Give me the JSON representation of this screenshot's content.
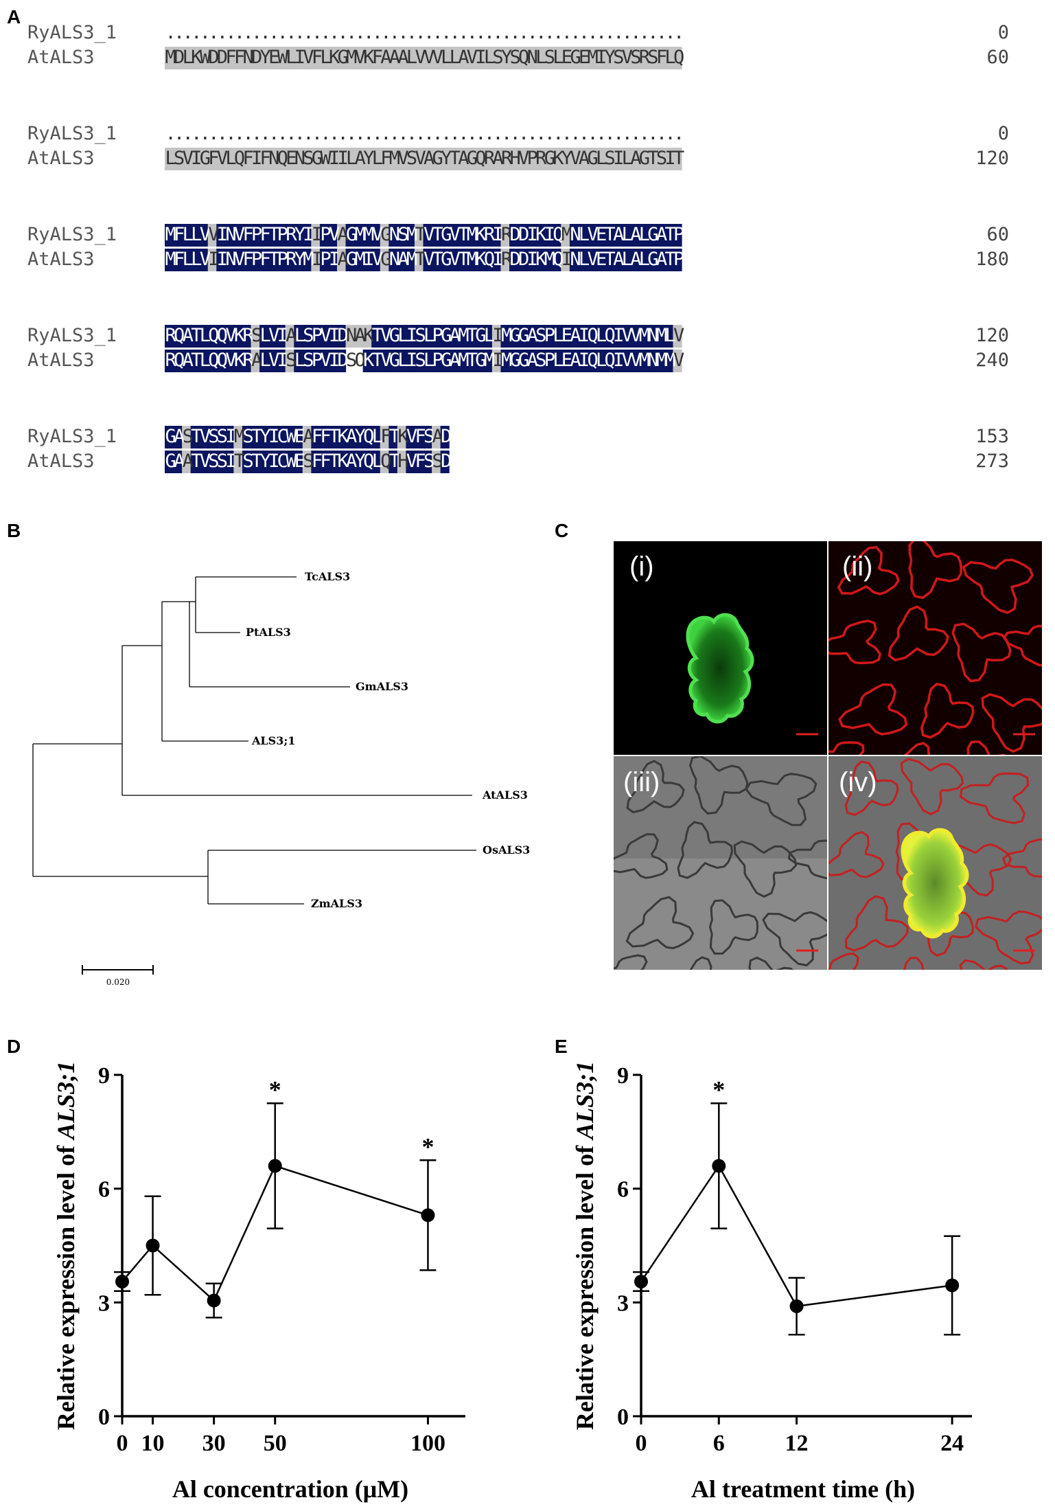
{
  "panels": {
    "a": "A",
    "b": "B",
    "c": "C",
    "d": "D",
    "e": "E"
  },
  "alignment": {
    "seq1_name": "RyALS3_1",
    "seq2_name": "AtALS3",
    "colors": {
      "identical": "#0b1560",
      "similar": "#c4c4c4",
      "text_dark": "#ffffff",
      "text_plain": "#333333"
    },
    "blocks": [
      {
        "s1": "............................................................",
        "n1": "0",
        "s2": "MDLKWDDFFNDYEWLIVFLKGMVKFAAALVVVLLAVILSYSQNLSLEGEMIYSVSRSFLQ",
        "n2": "60",
        "c1": "                                                            ",
        "c2": "ssssssssssssssssssssssssssssssssssssssssssssssssssssssssssss"
      },
      {
        "s1": "............................................................",
        "n1": "0",
        "s2": "LSVIGFVLQFIFNQENSGWIILAYLFMVSVAGYTAGQRARHVPRGKYVAGLSILAGTSIT",
        "n2": "120",
        "c1": "                                                            ",
        "c2": "ssssssssssssssssssssssssssssssssssssssssssssssssssssssssssss"
      },
      {
        "s1": "MFLLVVINVFPFTPRYIIPVAGMMVGNSMTVTGVTMKRIRDDIKIQMNLVETALALGATP",
        "n1": "60",
        "s2": "MFLLVIINVFPFTPRYMIPIAGMIVGNAMTVTGVTMKQIRDDIKMQINLVETALALGATP",
        "n2": "180",
        "c1": "iiiiisiiiiiiiiiiisiisiiiisiiisiiiiiiiiisiiiiiisiiiiiiiiiiiii",
        "c2": "iiiiisiiiiiiiiiiisiisiiiisiiisiiiiiiiiisiiiiiisiiiiiiiiiiiii"
      },
      {
        "s1": "RQATLQQVKRSLVIALSPVIDNAKTVGLISLPGAMTGLIMGGASPLEAIQLQIVVMNMLV",
        "n1": "120",
        "s2": "RQATLQQVKRALVISLSPVIDSOKTVGLISLPGAMTGMIMGGASPLEAIQLQIVVMNMMV",
        "n2": "240",
        "c1": "iiiiiiiiiisiiisiiiiiisssiiiiiiiiiiiiiisiiiiiiiiiiiiiiiiiiiisi",
        "c2": "iiiiiiiiiisiiisiiiiii  iiiiiiiiiiiiiiisiiiiiiiiiiiiiiiiiiiisi"
      },
      {
        "s1": "GASTVSSIMSTYICWEAFFTKAYQLFTKVFSAD",
        "n1": "153",
        "s2": "GAATVSSITSTYICWESFFTKAYQLQTHVFSSD",
        "n2": "273",
        "c1": "iisiiiiisiiiiiiisiiiiiiiisisiiisi",
        "c2": "iisiiiiisiiiiiiisiiiiiiiisisiiisi"
      }
    ]
  },
  "tree": {
    "leaves": [
      "TcALS3",
      "PtALS3",
      "GmALS3",
      "ALS3;1",
      "AtALS3",
      "OsALS3",
      "ZmALS3"
    ],
    "highlight_leaf": "ALS3;1",
    "highlight_color": "#e8141a",
    "scale_bar": "0.020"
  },
  "microscopy": {
    "labels": [
      "(i)",
      "(ii)",
      "(iii)",
      "(iv)"
    ]
  },
  "chart_data": [
    {
      "type": "line",
      "x": [
        0,
        10,
        30,
        50,
        100
      ],
      "y": [
        3.55,
        4.5,
        3.05,
        6.6,
        5.3
      ],
      "err": [
        0.25,
        1.3,
        0.45,
        1.65,
        1.45
      ],
      "significant": [
        false,
        false,
        false,
        true,
        true
      ],
      "significance_marker": "*",
      "xticks": [
        "0",
        "10",
        "30",
        "50",
        "100"
      ],
      "yticks": [
        "0",
        "3",
        "6",
        "9"
      ],
      "ylim": [
        0,
        9
      ],
      "xlim": [
        0,
        110
      ],
      "xlabel": "Al concentration (μM)",
      "ylabel_prefix": "Relative expression level of ",
      "ylabel_gene": "ALS3;1"
    },
    {
      "type": "line",
      "x": [
        0,
        6,
        12,
        24
      ],
      "y": [
        3.55,
        6.6,
        2.9,
        3.45
      ],
      "err": [
        0.25,
        1.65,
        0.75,
        1.3
      ],
      "significant": [
        false,
        true,
        false,
        false
      ],
      "significance_marker": "*",
      "xticks": [
        "0",
        "6",
        "12",
        "24"
      ],
      "yticks": [
        "0",
        "3",
        "6",
        "9"
      ],
      "ylim": [
        0,
        9
      ],
      "xlim": [
        0,
        25
      ],
      "xlabel": "Al treatment time (h)",
      "ylabel_prefix": "Relative expression level of ",
      "ylabel_gene": "ALS3;1"
    }
  ]
}
